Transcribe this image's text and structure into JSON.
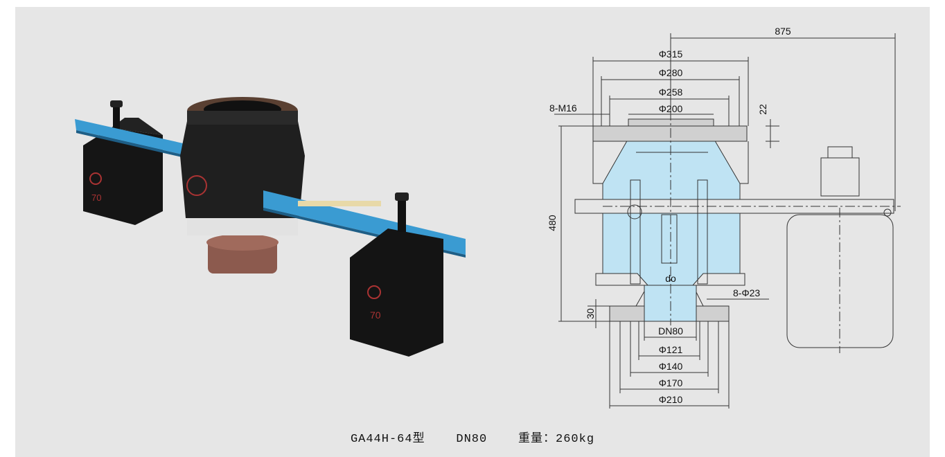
{
  "dimensions": {
    "overall_length": "875",
    "flange_od_top": "Φ315",
    "bolt_circle_top": "Φ280",
    "raised_face_top": "Φ258",
    "bore_top": "Φ200",
    "flange_thickness_top": "22",
    "top_bolts": "8-M16",
    "height": "480",
    "flange_thickness_bottom": "30",
    "orifice": "do",
    "bottom_bolts": "8-Φ23",
    "nominal_size": "DN80",
    "bottom_d1": "Φ121",
    "bottom_d2": "Φ140",
    "bottom_d3": "Φ170",
    "bottom_d4": "Φ210"
  },
  "photo_labels": {
    "weight_mark_left": "70",
    "weight_mark_right": "70"
  },
  "caption": {
    "model": "GA44H-64型",
    "size": "DN80",
    "weight": "重量：260kg"
  },
  "colors": {
    "panel_bg": "#e6e6e6",
    "fluid_blue": "#bfe3f3",
    "valve_body": "#1f1f1f",
    "lever_blue": "#3a9bd2",
    "dim_red": "#9a1b1b"
  }
}
